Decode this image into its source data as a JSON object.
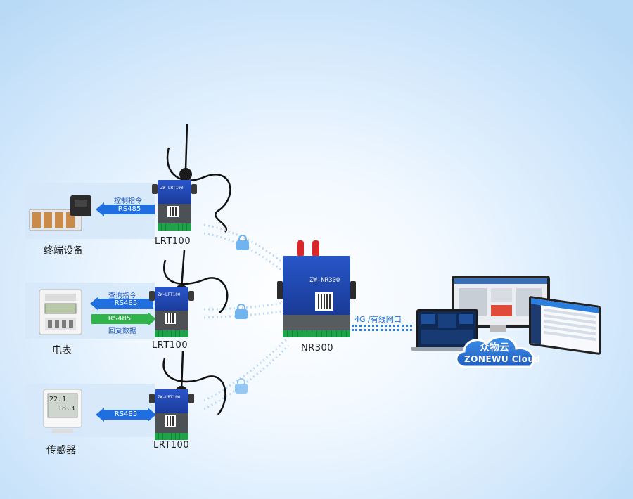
{
  "rows": [
    {
      "label": "终端设备",
      "device": "LRT100",
      "down_cmd": "控制指令",
      "down_bus": "RS485"
    },
    {
      "label": "电表",
      "device": "LRT100",
      "down_cmd": "查询指令",
      "down_bus": "RS485",
      "up_bus": "RS485",
      "up_cmd": "回复数据"
    },
    {
      "label": "传感器",
      "device": "LRT100",
      "down_bus": "RS485"
    }
  ],
  "gateway": {
    "name": "NR300",
    "panel": "ZW-NR300"
  },
  "device_panel": "ZW-LRT100",
  "uplink": "4G /有线网口",
  "cloud": {
    "cn": "众物云",
    "en": "ZONEWU Cloud"
  },
  "sensor_readings": {
    "t": "22.1",
    "h": "18.3"
  },
  "colors": {
    "blue_arrow": "#1f6fe0",
    "green_arrow": "#2fb34a",
    "accent": "#2a7fe0"
  }
}
